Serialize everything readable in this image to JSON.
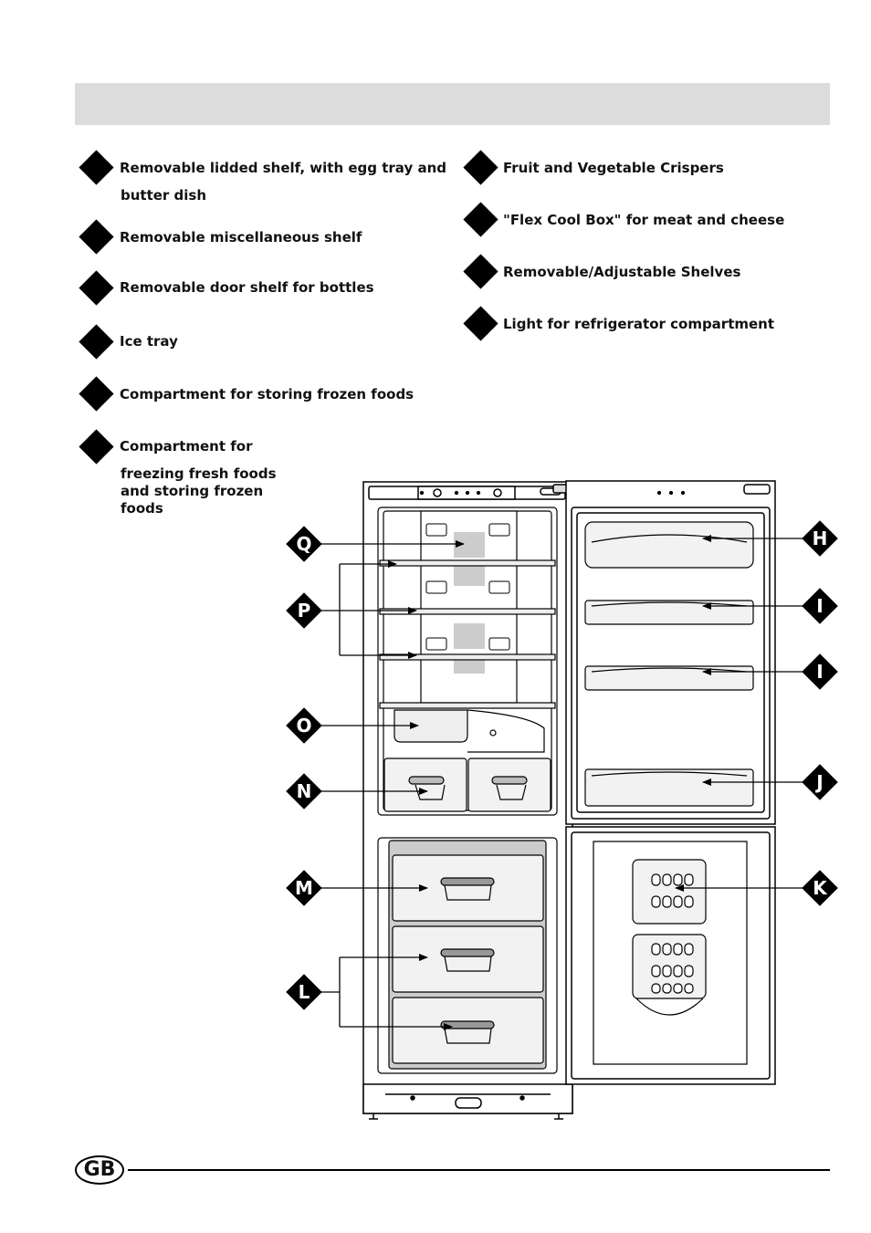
{
  "legend": {
    "left": [
      {
        "lines": [
          "Removable lidded shelf, with egg tray and",
          "butter dish"
        ]
      },
      {
        "lines": [
          "Removable miscellaneous shelf"
        ]
      },
      {
        "lines": [
          "Removable door shelf for bottles"
        ]
      },
      {
        "lines": [
          "Ice tray"
        ]
      },
      {
        "lines": [
          "Compartment for storing frozen foods"
        ]
      },
      {
        "lines": [
          "Compartment for",
          "freezing fresh foods",
          "and storing frozen",
          "foods"
        ]
      }
    ],
    "right": [
      {
        "lines": [
          "Fruit and Vegetable Crispers"
        ]
      },
      {
        "lines": [
          "\"Flex Cool Box\" for meat and cheese"
        ]
      },
      {
        "lines": [
          "Removable/Adjustable Shelves"
        ]
      },
      {
        "lines": [
          "Light for refrigerator compartment"
        ]
      }
    ]
  },
  "callouts": {
    "Q": "Q",
    "P": "P",
    "O": "O",
    "N": "N",
    "M": "M",
    "L": "L",
    "H": "H",
    "I1": "I",
    "I2": "I",
    "J": "J",
    "K": "K"
  },
  "footer": {
    "country": "GB"
  }
}
